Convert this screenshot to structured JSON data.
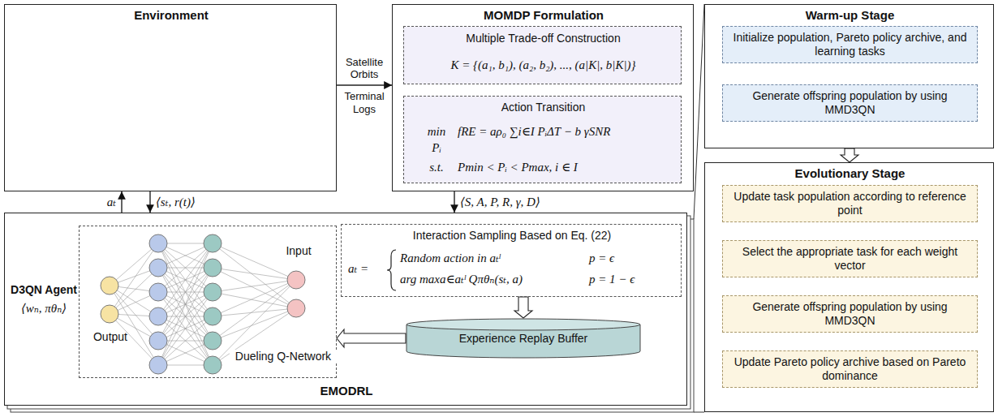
{
  "diagram": {
    "nodes": [
      {
        "text": [
          "Environment"
        ]
      },
      {
        "text": [
          "MOMDP Formulation"
        ]
      },
      {
        "text": [
          "Multiple Trade-off Construction",
          "K = {(a₁, b₁), (a₂, b₂), ..., (a|K|, b|K|)}"
        ],
        "in": 1
      },
      {
        "text": [
          "Action Transition",
          "min",
          "fRE = aρ₀ ∑i∈I PᵢΔT − b γSNR",
          "Pᵢ",
          "s.t.",
          "Pmin < Pᵢ < Pmax, i ∈ I"
        ],
        "in": 1
      },
      {
        "text": [
          "Warm-up Stage"
        ]
      },
      {
        "text": [
          "Initialize population, Pareto policy archive, and learning tasks"
        ],
        "in": 4
      },
      {
        "text": [
          "Generate offspring population by using MMD3QN"
        ],
        "in": 4
      },
      {
        "text": [
          "Evolutionary Stage"
        ]
      },
      {
        "text": [
          "Update task population according to reference point"
        ],
        "in": 7
      },
      {
        "text": [
          "Select the appropriate task for each weight vector"
        ],
        "in": 7
      },
      {
        "text": [
          "Generate offspring population by using MMD3QN"
        ],
        "in": 7
      },
      {
        "text": [
          "Update Pareto policy archive based on Pareto dominance"
        ],
        "in": 7
      },
      {
        "text": [
          "EMODRL",
          "D3QN Agent",
          "⟨wₙ, πθₙ⟩"
        ]
      },
      {
        "text": [
          "Input",
          "Output",
          "Dueling Q-Network"
        ],
        "in": 12
      },
      {
        "text": [
          "Interaction Sampling Based on Eq. (22)",
          "aₜ =",
          "Random action in aₜˡ",
          "p = ϵ",
          "arg maxa∈aₜˡ Qπθₙ(sₜ, a)",
          "p = 1 − ϵ"
        ],
        "in": 12
      },
      {
        "text": [
          "Experience Replay Buffer"
        ],
        "in": 12
      }
    ],
    "edges": [
      {
        "from": 0,
        "to": 1,
        "arrow": "to",
        "label": "Satellite Orbits"
      },
      {
        "from": 12,
        "to": 0,
        "arrow": "to",
        "label": "aₜ"
      },
      {
        "from": 0,
        "to": 12,
        "arrow": "to",
        "label": "⟨sₜ, r(t)⟩"
      },
      {
        "from": 1,
        "to": 12,
        "arrow": "to",
        "label": "⟨S, A, P, R, γ, D⟩"
      },
      {
        "from": 2,
        "to": 3,
        "arrow": "to"
      },
      {
        "from": 5,
        "to": 6,
        "arrow": "to"
      },
      {
        "from": 4,
        "to": 7,
        "arrow": "to"
      },
      {
        "from": 8,
        "to": 9,
        "arrow": "to"
      },
      {
        "from": 9,
        "to": 10,
        "arrow": "to"
      },
      {
        "from": 10,
        "to": 11,
        "arrow": "to"
      },
      {
        "from": 14,
        "to": 15,
        "arrow": "to"
      },
      {
        "from": 15,
        "to": 13,
        "arrow": "to"
      }
    ],
    "labels": [
      "Terminal Logs"
    ]
  }
}
